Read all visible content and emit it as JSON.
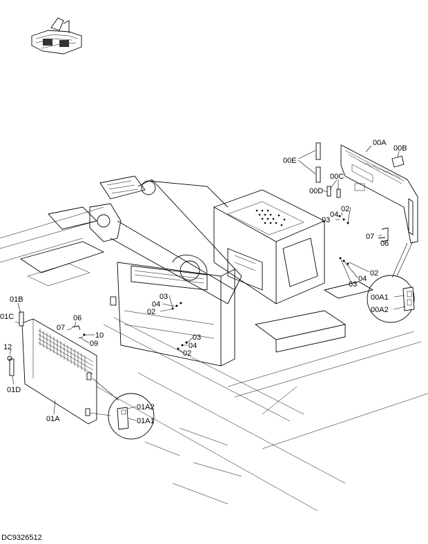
{
  "drawing_code": "DC9326512",
  "callouts": {
    "c00A": "00A",
    "c00B": "00B",
    "c00C": "00C",
    "c00D": "00D",
    "c00E": "00E",
    "c04a": "04",
    "c02a": "02",
    "c03a": "03",
    "c07a": "07",
    "c06a": "06",
    "c02b": "02",
    "c04b": "04",
    "c03b": "03",
    "c00A1": "00A1",
    "c00A2": "00A2",
    "c03c": "03",
    "c04c": "04",
    "c02c": "02",
    "c03d": "03",
    "c04d": "04",
    "c02d": "02",
    "c01B": "01B",
    "c01C": "01C",
    "c06b": "06",
    "c07b": "07",
    "c10": "10",
    "c09": "09",
    "c12": "12",
    "c01D": "01D",
    "c01A": "01A",
    "c01A2": "01A2",
    "c01A1": "01A1"
  }
}
